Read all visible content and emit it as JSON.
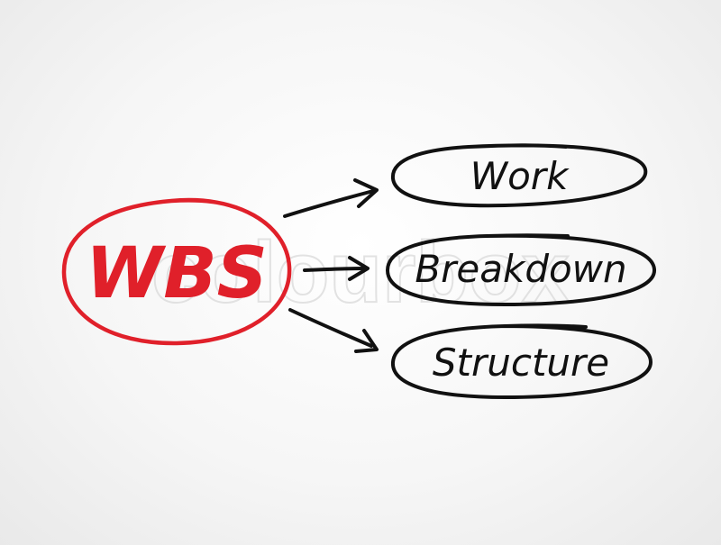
{
  "colors": {
    "accent": "#e0202a",
    "ink": "#111111",
    "watermark": "#d9d9d9"
  },
  "watermark": {
    "text": "colourbox"
  },
  "center_node": {
    "label": "WBS",
    "color": "#e0202a"
  },
  "nodes": [
    {
      "label": "Work"
    },
    {
      "label": "Breakdown"
    },
    {
      "label": "Structure"
    }
  ]
}
